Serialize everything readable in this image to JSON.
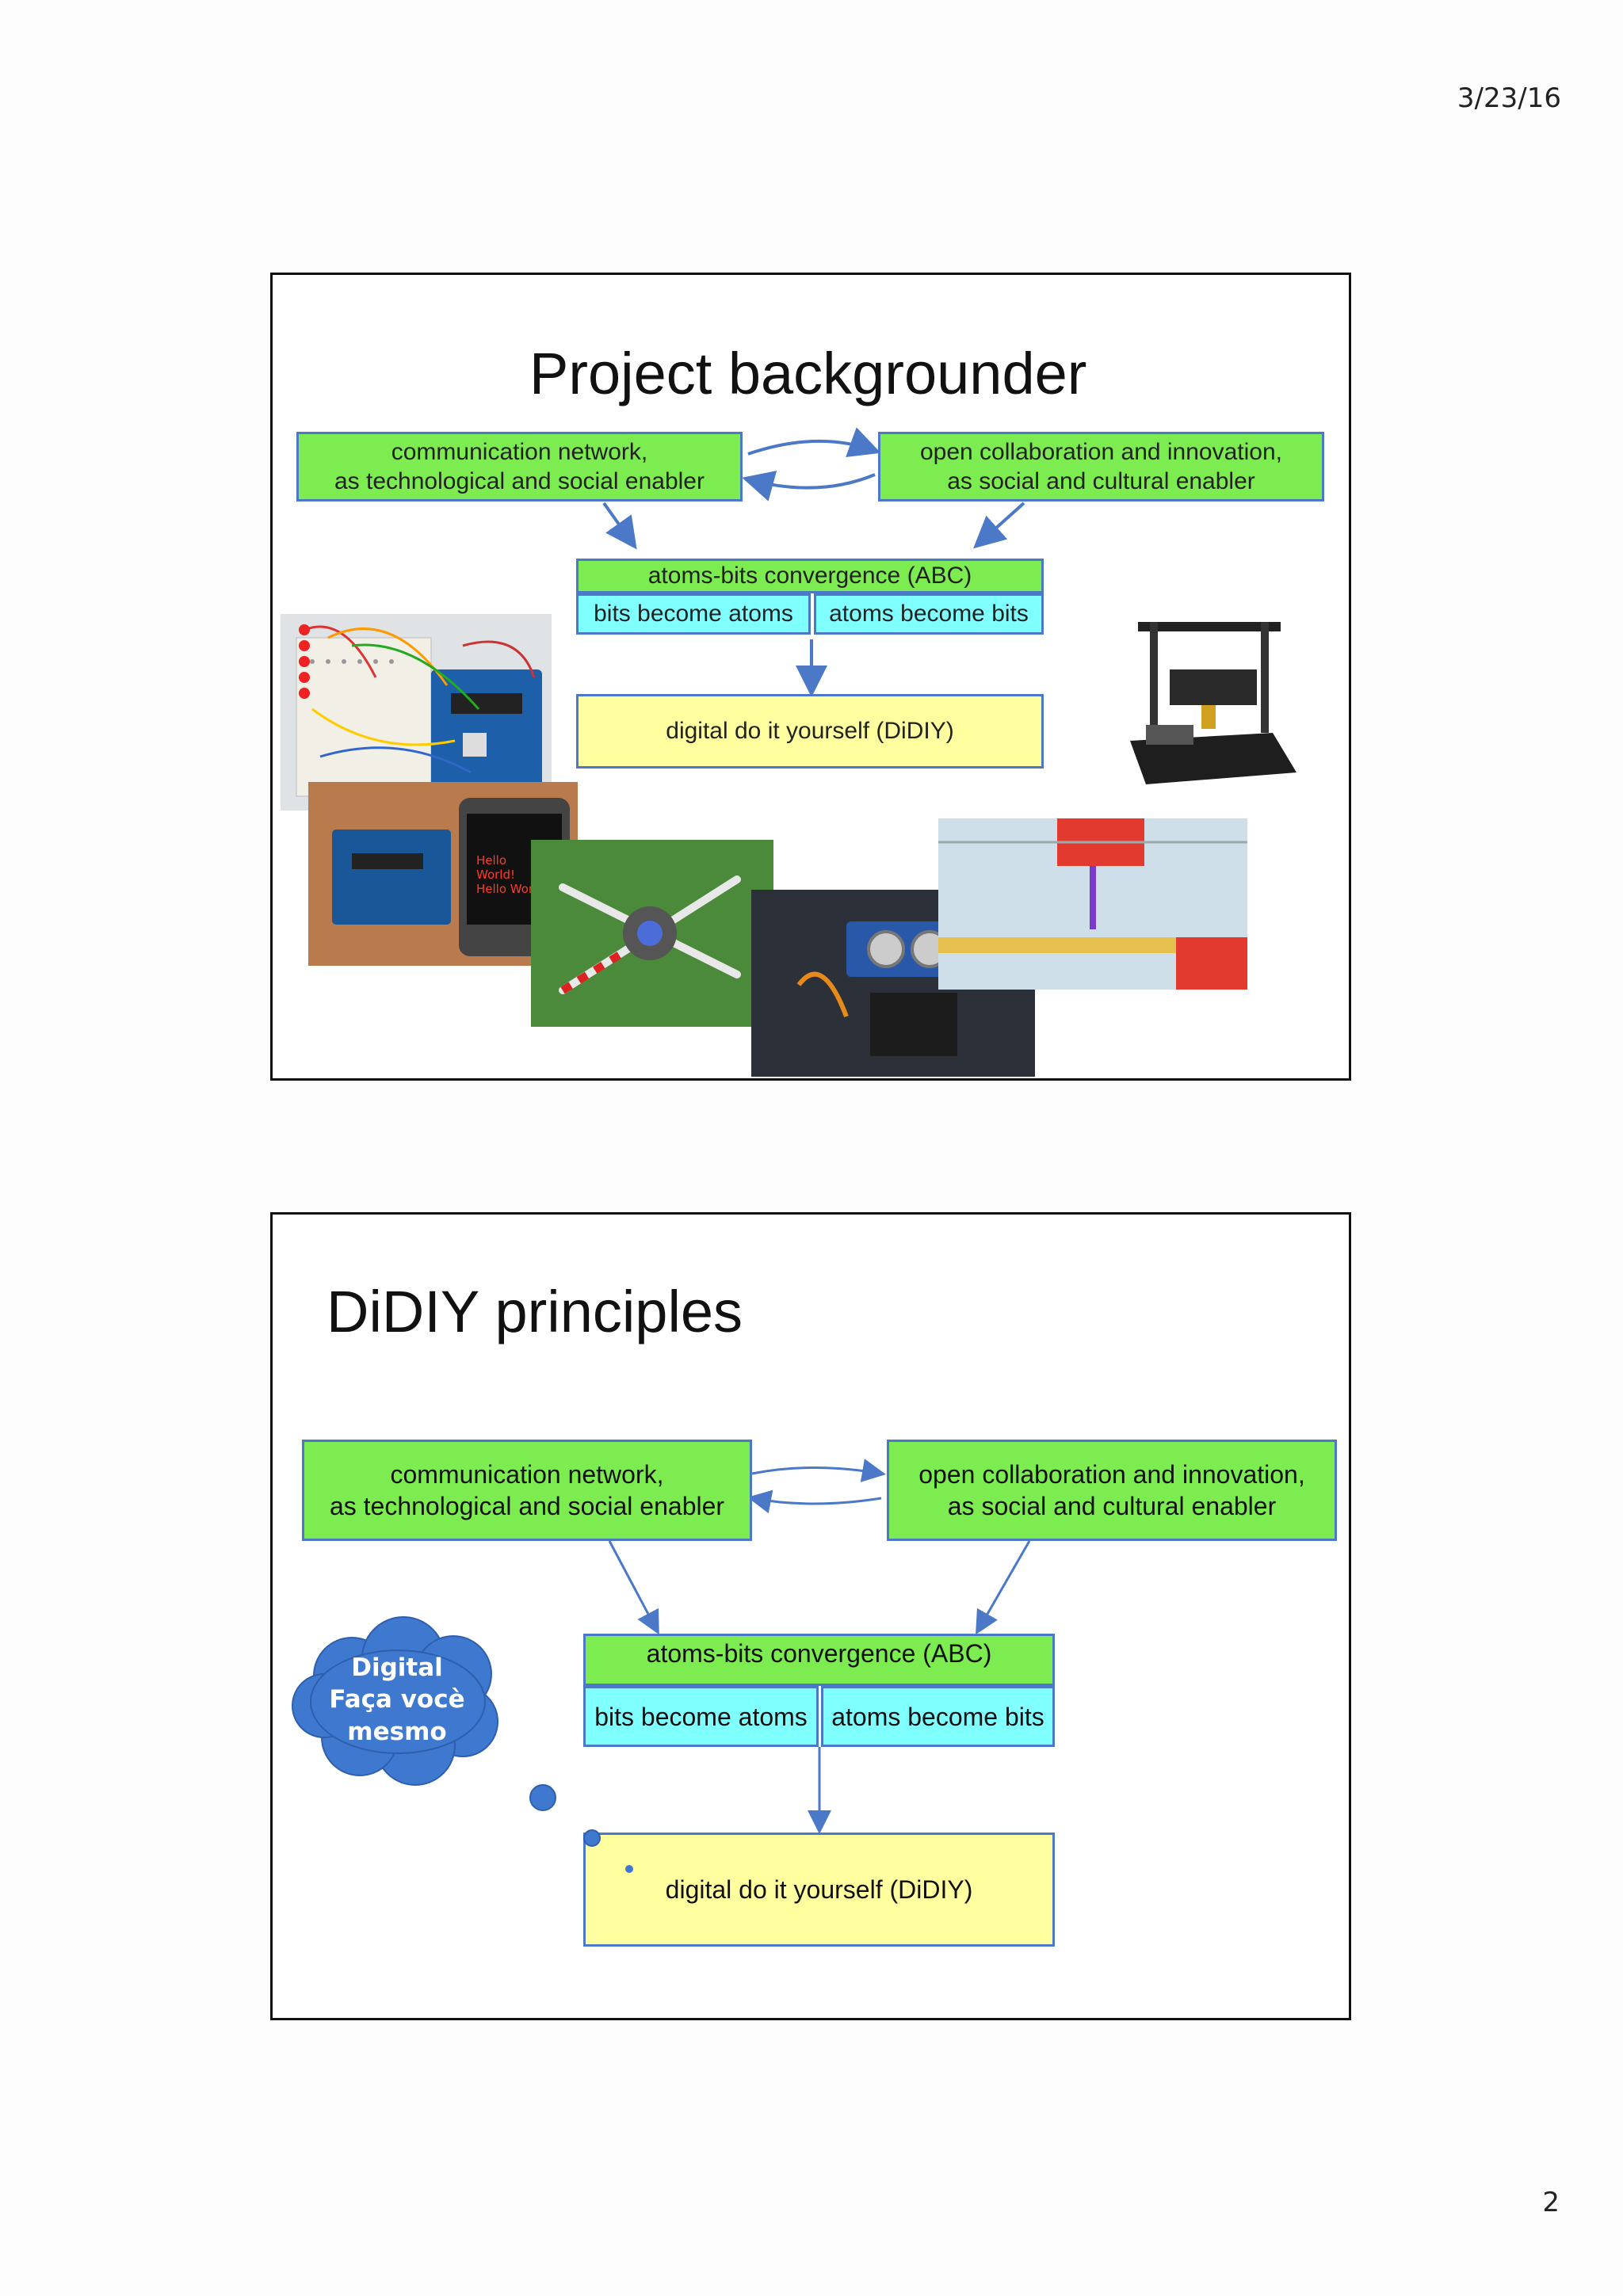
{
  "header": {
    "date": "3/23/16"
  },
  "footer": {
    "page_number": "2"
  },
  "slide1": {
    "title": "Project backgrounder",
    "box_network_line1": "communication network,",
    "box_network_line2": "as technological and social enabler",
    "box_collab_line1": "open collaboration and innovation,",
    "box_collab_line2": "as social and cultural enabler",
    "box_abc": "atoms-bits convergence (ABC)",
    "box_bits_to_atoms": "bits become atoms",
    "box_atoms_to_bits": "atoms become bits",
    "box_didiy": "digital do it yourself (DiDIY)",
    "phone_screen_text": [
      "Hello",
      "World!",
      "Hello World!"
    ],
    "photos": [
      "arduino-breadboard-photo",
      "arduino-phone-photo",
      "quadcopter-photo",
      "robot-sensor-photo",
      "3d-printer-closeup-photo",
      "3d-printer-photo"
    ]
  },
  "slide2": {
    "title": "DiDIY principles",
    "box_network_line1": "communication network,",
    "box_network_line2": "as technological and social enabler",
    "box_collab_line1": "open collaboration and innovation,",
    "box_collab_line2": "as social and cultural enabler",
    "box_abc": "atoms-bits convergence (ABC)",
    "box_bits_to_atoms": "bits become atoms",
    "box_atoms_to_bits": "atoms become bits",
    "box_didiy": "digital do it yourself (DiDIY)",
    "cloud_line1": "Digital",
    "cloud_line2": "Faça vocè",
    "cloud_line3": "mesmo"
  },
  "colors": {
    "green": "#7cec50",
    "cyan": "#80ffff",
    "yellow": "#ffffa0",
    "arrow_blue": "#4b79c8",
    "cloud_blue": "#3f78cf"
  }
}
